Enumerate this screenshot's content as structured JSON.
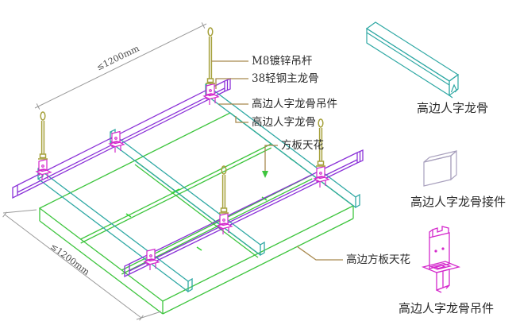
{
  "diagram": {
    "dimensions": {
      "top": "≤1200mm",
      "left": "≤1200mm"
    },
    "labels": {
      "m8_rod": "M8镀锌吊杆",
      "main_keel": "38轻钢主龙骨",
      "keel_hanger": "高边人字龙骨吊件",
      "herringbone_keel": "高边人字龙骨",
      "panel": "方板天花",
      "high_edge_panel": "高边方板天花"
    }
  },
  "legend": {
    "items": [
      {
        "id": "herringbone-keel-part",
        "label": "高边人字龙骨"
      },
      {
        "id": "keel-connector-part",
        "label": "高边人字龙骨接件"
      },
      {
        "id": "keel-hanger-part",
        "label": "高边人字龙骨吊件"
      }
    ]
  },
  "colors": {
    "main_keel": "#8b32d8",
    "herringbone_keel": "#2fa8a4",
    "panel_grid": "#3ec53e",
    "panel_tick": "#35d435",
    "hanger": "#d428cc",
    "rod": "#a6a13c",
    "leader": "#a8894e",
    "dimension": "#9a9a9a",
    "connector_part": "#a8a0bd",
    "text": "#2b2b2b"
  }
}
